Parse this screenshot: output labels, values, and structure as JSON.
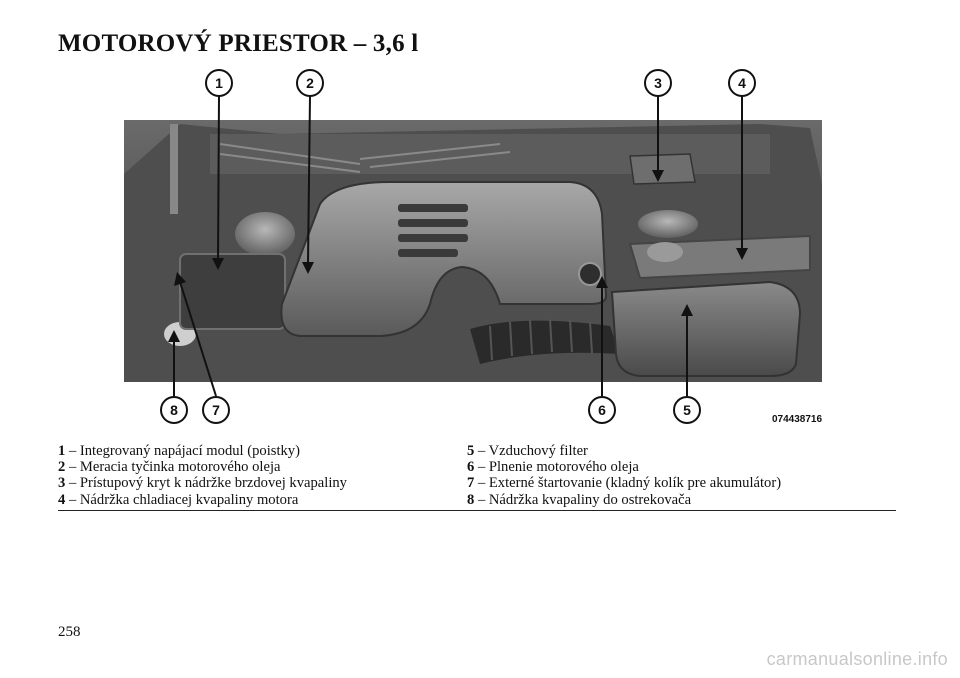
{
  "page": {
    "title": "MOTOROVÝ PRIESTOR – 3,6 l",
    "page_number": "258",
    "watermark": "carmanualsonline.info"
  },
  "figure": {
    "image_code": "074438716",
    "description_icon": "engine-bay-illustration",
    "callouts": [
      "1",
      "2",
      "3",
      "4",
      "5",
      "6",
      "7",
      "8"
    ]
  },
  "legend": {
    "left": [
      {
        "num": "1",
        "text": " – Integrovaný napájací modul (poistky)"
      },
      {
        "num": "2",
        "text": " – Meracia tyčinka motorového oleja"
      },
      {
        "num": "3",
        "text": " – Prístupový kryt k nádržke brzdovej kvapaliny"
      },
      {
        "num": "4",
        "text": " – Nádržka chladiacej kvapaliny motora"
      }
    ],
    "right": [
      {
        "num": "5",
        "text": " – Vzduchový filter"
      },
      {
        "num": "6",
        "text": " – Plnenie motorového oleja"
      },
      {
        "num": "7",
        "text": " – Externé štartovanie (kladný kolík pre akumulátor)"
      },
      {
        "num": "8",
        "text": " – Nádržka kvapaliny do ostrekovača"
      }
    ]
  }
}
